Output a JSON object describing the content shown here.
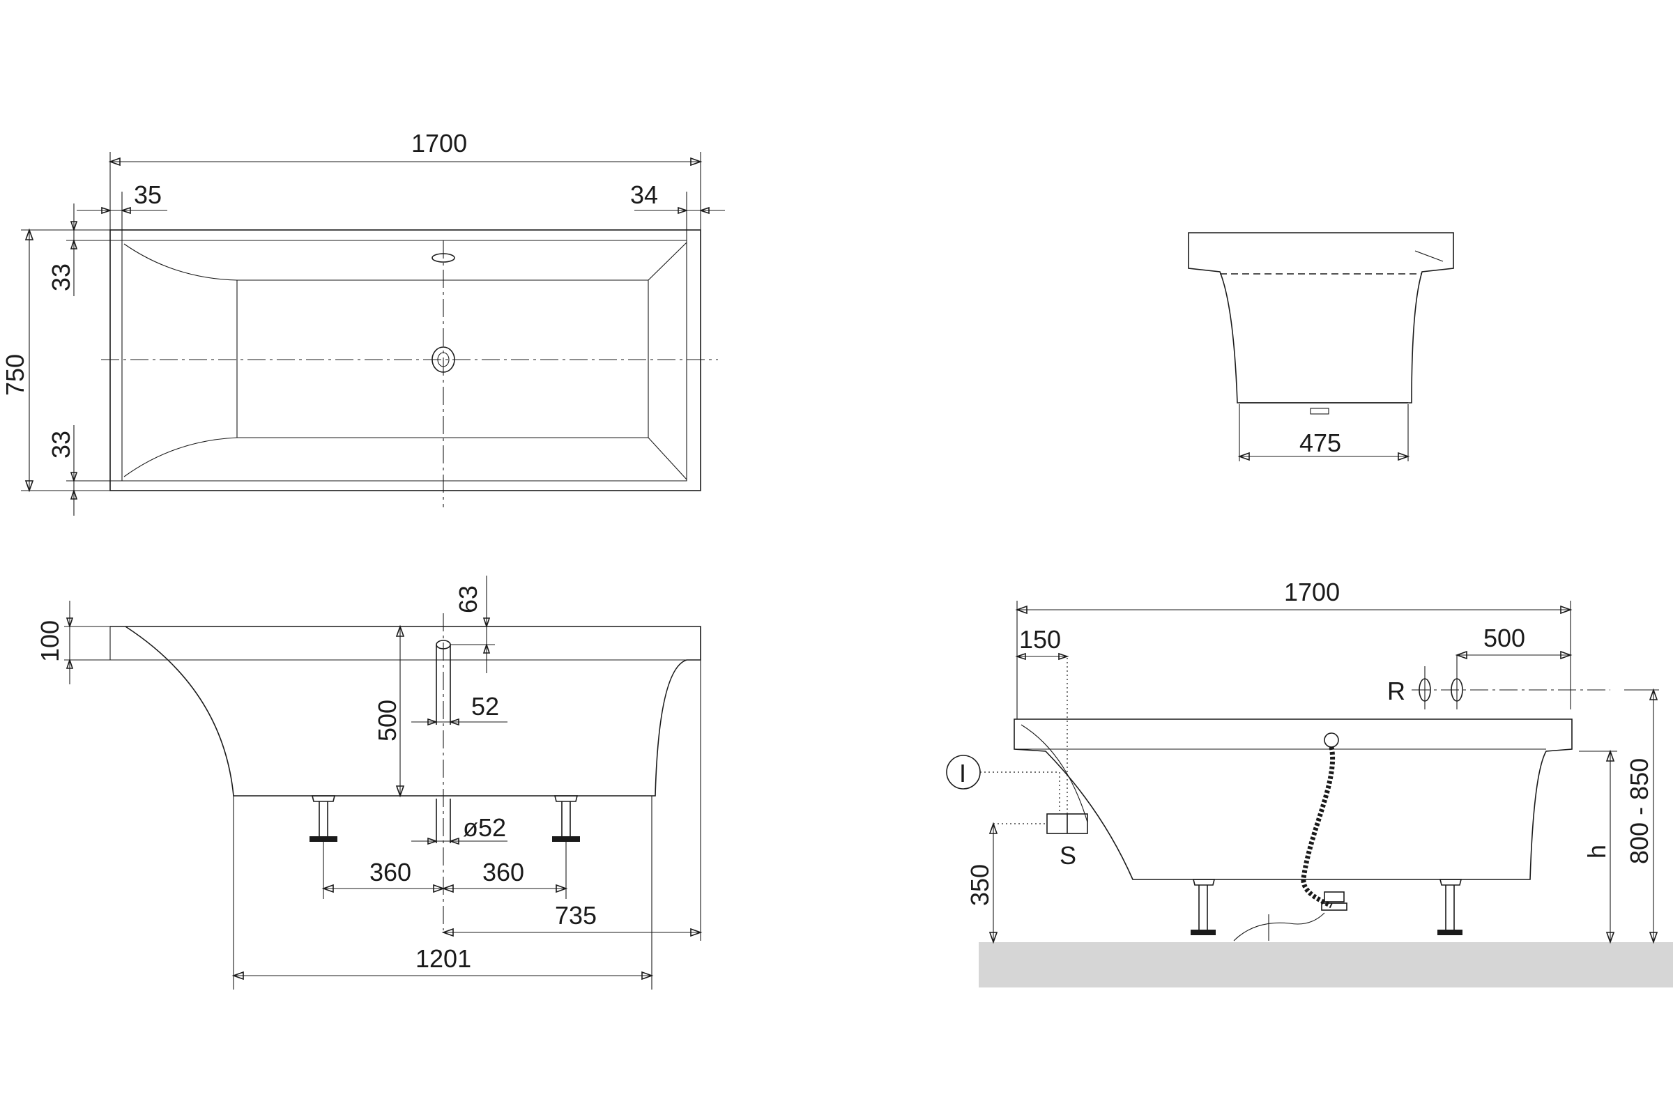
{
  "drawing": {
    "top_view": {
      "length": "1700",
      "edge_left": "35",
      "edge_right": "34",
      "width": "750",
      "edge_top": "33",
      "edge_bottom": "33"
    },
    "end_view": {
      "base_width": "475"
    },
    "side_view": {
      "rim_height": "100",
      "overflow_offset": "63",
      "overflow_height": "500",
      "overflow_diameter": "52",
      "drain_diameter": "ø52",
      "foot_left": "360",
      "foot_right": "360",
      "drain_to_end": "735",
      "base_length": "1201"
    },
    "install_view": {
      "length": "1700",
      "supply_offset": "150",
      "tap_offset": "500",
      "tap_label": "R",
      "inlet_label": "I",
      "waste_label": "S",
      "waste_height": "350",
      "h_label": "h",
      "total_height": "800 - 850"
    },
    "colors": {
      "line": "#1a1a1a",
      "tub_fill": "#ececec",
      "floor": "#d6d6d6"
    }
  }
}
